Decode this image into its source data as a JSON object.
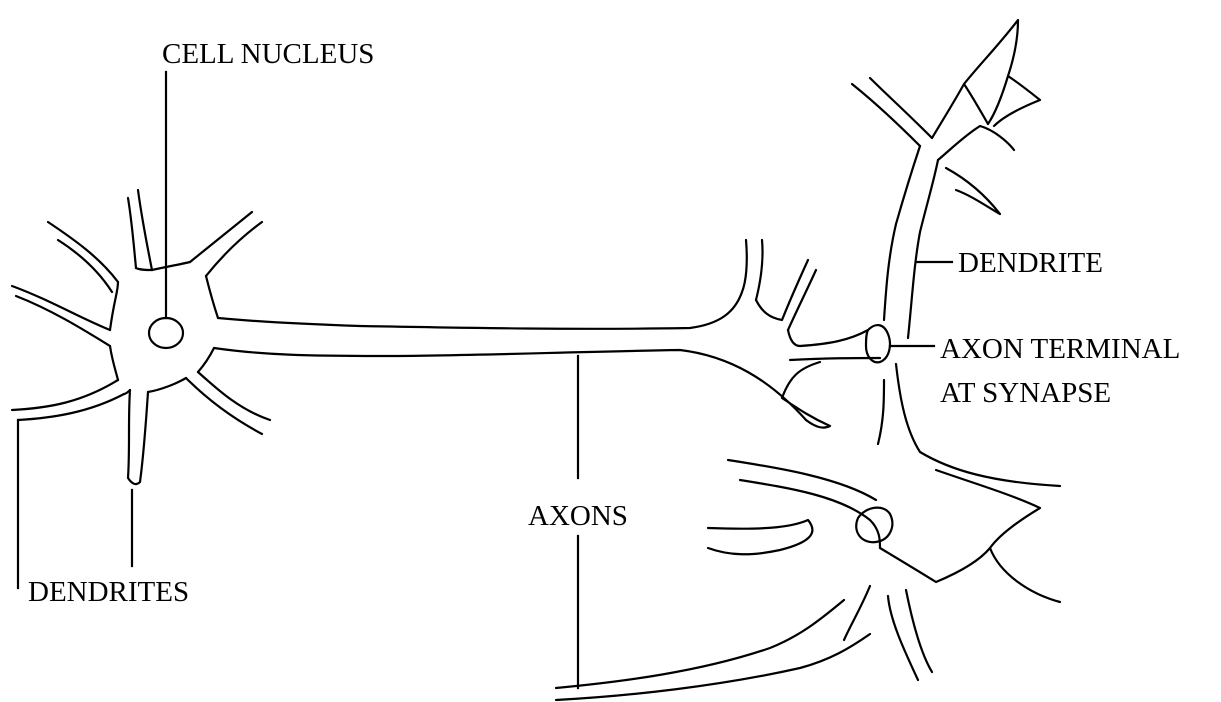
{
  "diagram": {
    "labels": {
      "cell_nucleus": "CELL NUCLEUS",
      "dendrites": "DENDRITES",
      "axons": "AXONS",
      "dendrite": "DENDRITE",
      "axon_terminal_line1": "AXON TERMINAL",
      "axon_terminal_line2": "AT SYNAPSE"
    },
    "colors": {
      "stroke": "#000000",
      "background": "#ffffff"
    }
  }
}
